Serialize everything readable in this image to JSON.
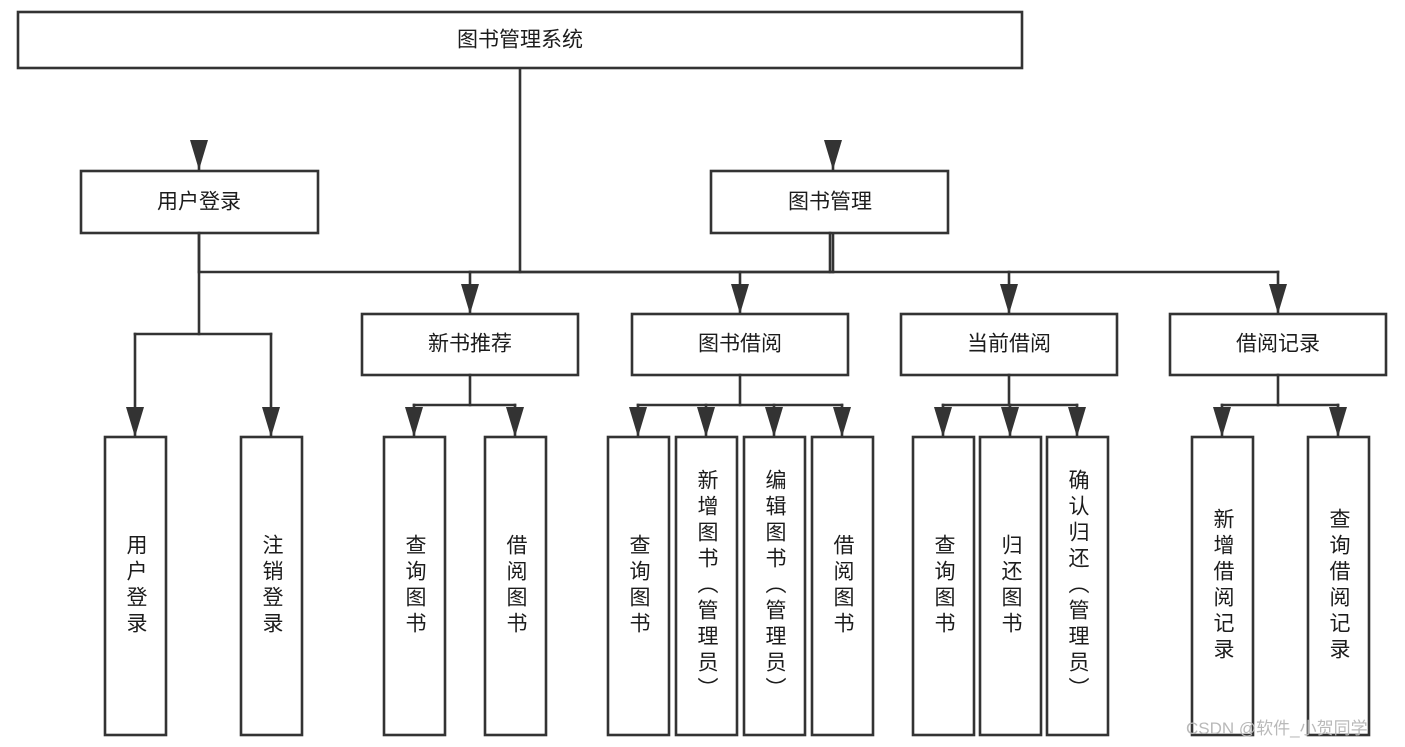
{
  "diagram": {
    "title": "图书管理系统",
    "type": "tree-hierarchy",
    "watermark": "CSDN @软件_小贺同学",
    "colors": {
      "stroke": "#333333",
      "fill": "#ffffff",
      "text": "#1c1c1c",
      "watermark": "#b9b9b9"
    },
    "root": {
      "label": "图书管理系统"
    },
    "level2": [
      {
        "label": "用户登录"
      },
      {
        "label": "图书管理"
      }
    ],
    "level3": [
      {
        "label": "新书推荐"
      },
      {
        "label": "图书借阅"
      },
      {
        "label": "当前借阅"
      },
      {
        "label": "借阅记录"
      }
    ],
    "leaves": {
      "user_login": [
        {
          "label": "用户登录"
        },
        {
          "label": "注销登录"
        }
      ],
      "new_book_recommend": [
        {
          "label": "查询图书"
        },
        {
          "label": "借阅图书"
        }
      ],
      "book_borrow": [
        {
          "label": "查询图书"
        },
        {
          "label": "新增图书（管理员）"
        },
        {
          "label": "编辑图书（管理员）"
        },
        {
          "label": "借阅图书"
        }
      ],
      "current_borrow": [
        {
          "label": "查询图书"
        },
        {
          "label": "归还图书"
        },
        {
          "label": "确认归还（管理员）"
        }
      ],
      "borrow_records": [
        {
          "label": "新增借阅记录"
        },
        {
          "label": "查询借阅记录"
        }
      ]
    }
  }
}
